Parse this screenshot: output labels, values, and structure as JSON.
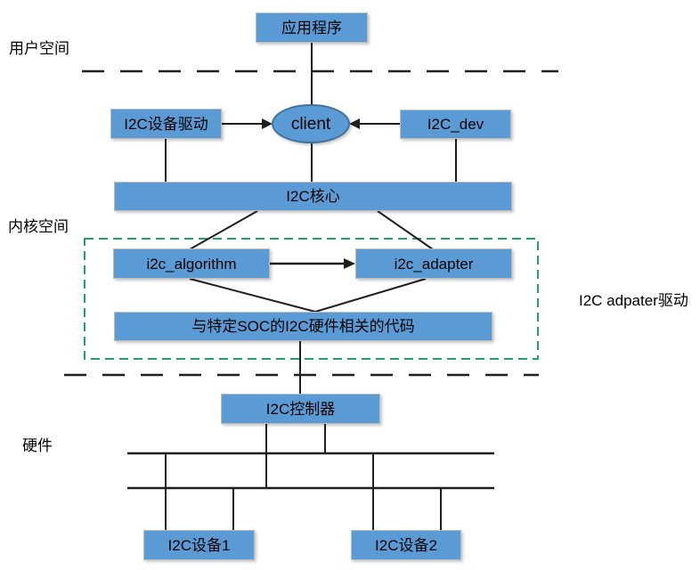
{
  "diagram": {
    "type": "architecture-diagram",
    "topic": "Linux I2C driver stack",
    "colors": {
      "node_fill": "#5B9BD5",
      "node_border": "#BDBDBD",
      "ellipse_border": "#41719C",
      "connector_line": "#1F1F1F",
      "group_dashed_border": "#21A366",
      "text": "#000000",
      "background": "#FFFFFF"
    },
    "labels": {
      "user_space": "用户空间",
      "kernel_space": "内核空间",
      "hardware": "硬件",
      "adapter_driver_group": "I2C adpater驱动"
    },
    "nodes": {
      "app": "应用程序",
      "dev_driver": "I2C设备驱动",
      "client": "client",
      "i2c_dev": "I2C_dev",
      "core": "I2C核心",
      "algorithm": "i2c_algorithm",
      "adapter": "i2c_adapter",
      "soc": "与特定SOC的I2C硬件相关的代码",
      "controller": "I2C控制器",
      "device1": "I2C设备1",
      "device2": "I2C设备2"
    },
    "edges": [
      {
        "from": "应用程序",
        "to": "client",
        "style": "line"
      },
      {
        "from": "I2C设备驱动",
        "to": "client",
        "style": "arrow"
      },
      {
        "from": "I2C_dev",
        "to": "client",
        "style": "arrow"
      },
      {
        "from": "I2C设备驱动",
        "to": "I2C核心",
        "style": "line"
      },
      {
        "from": "client",
        "to": "I2C核心",
        "style": "line"
      },
      {
        "from": "I2C_dev",
        "to": "I2C核心",
        "style": "line"
      },
      {
        "from": "I2C核心",
        "to": "i2c_algorithm",
        "style": "line"
      },
      {
        "from": "I2C核心",
        "to": "i2c_adapter",
        "style": "line"
      },
      {
        "from": "i2c_algorithm",
        "to": "i2c_adapter",
        "style": "arrow"
      },
      {
        "from": "i2c_algorithm",
        "to": "与特定SOC的I2C硬件相关的代码",
        "style": "line"
      },
      {
        "from": "i2c_adapter",
        "to": "与特定SOC的I2C硬件相关的代码",
        "style": "line"
      },
      {
        "from": "与特定SOC的I2C硬件相关的代码",
        "to": "I2C控制器",
        "style": "line"
      },
      {
        "from": "I2C控制器",
        "to": "bus",
        "style": "two-wire"
      },
      {
        "from": "I2C设备1",
        "to": "bus",
        "style": "two-wire"
      },
      {
        "from": "I2C设备2",
        "to": "bus",
        "style": "two-wire"
      }
    ]
  }
}
